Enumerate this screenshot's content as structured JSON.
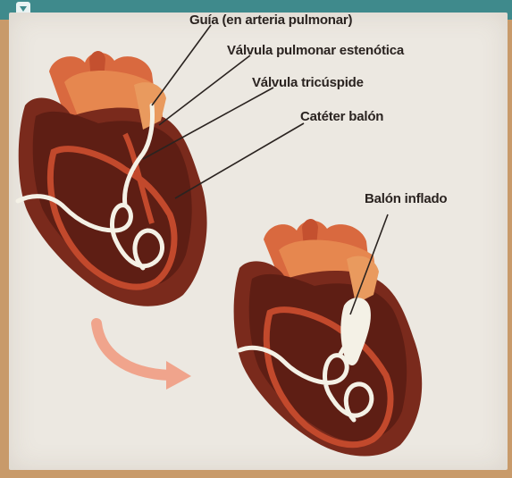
{
  "labels": {
    "guide": "Guía (en arteria pulmonar)",
    "stenotic_valve": "Válvula pulmonar estenótica",
    "tricuspid_valve": "Válvula tricúspide",
    "balloon_catheter": "Catéter balón",
    "inflated_balloon": "Balón inflado"
  },
  "colors": {
    "paper": "#ece8e1",
    "top_bar": "#3f8a8c",
    "heart_dark": "#6e2418",
    "heart_mid": "#b4432c",
    "heart_light": "#e6874f",
    "catheter": "#f4f1e6",
    "arrow": "#f0a48c"
  }
}
